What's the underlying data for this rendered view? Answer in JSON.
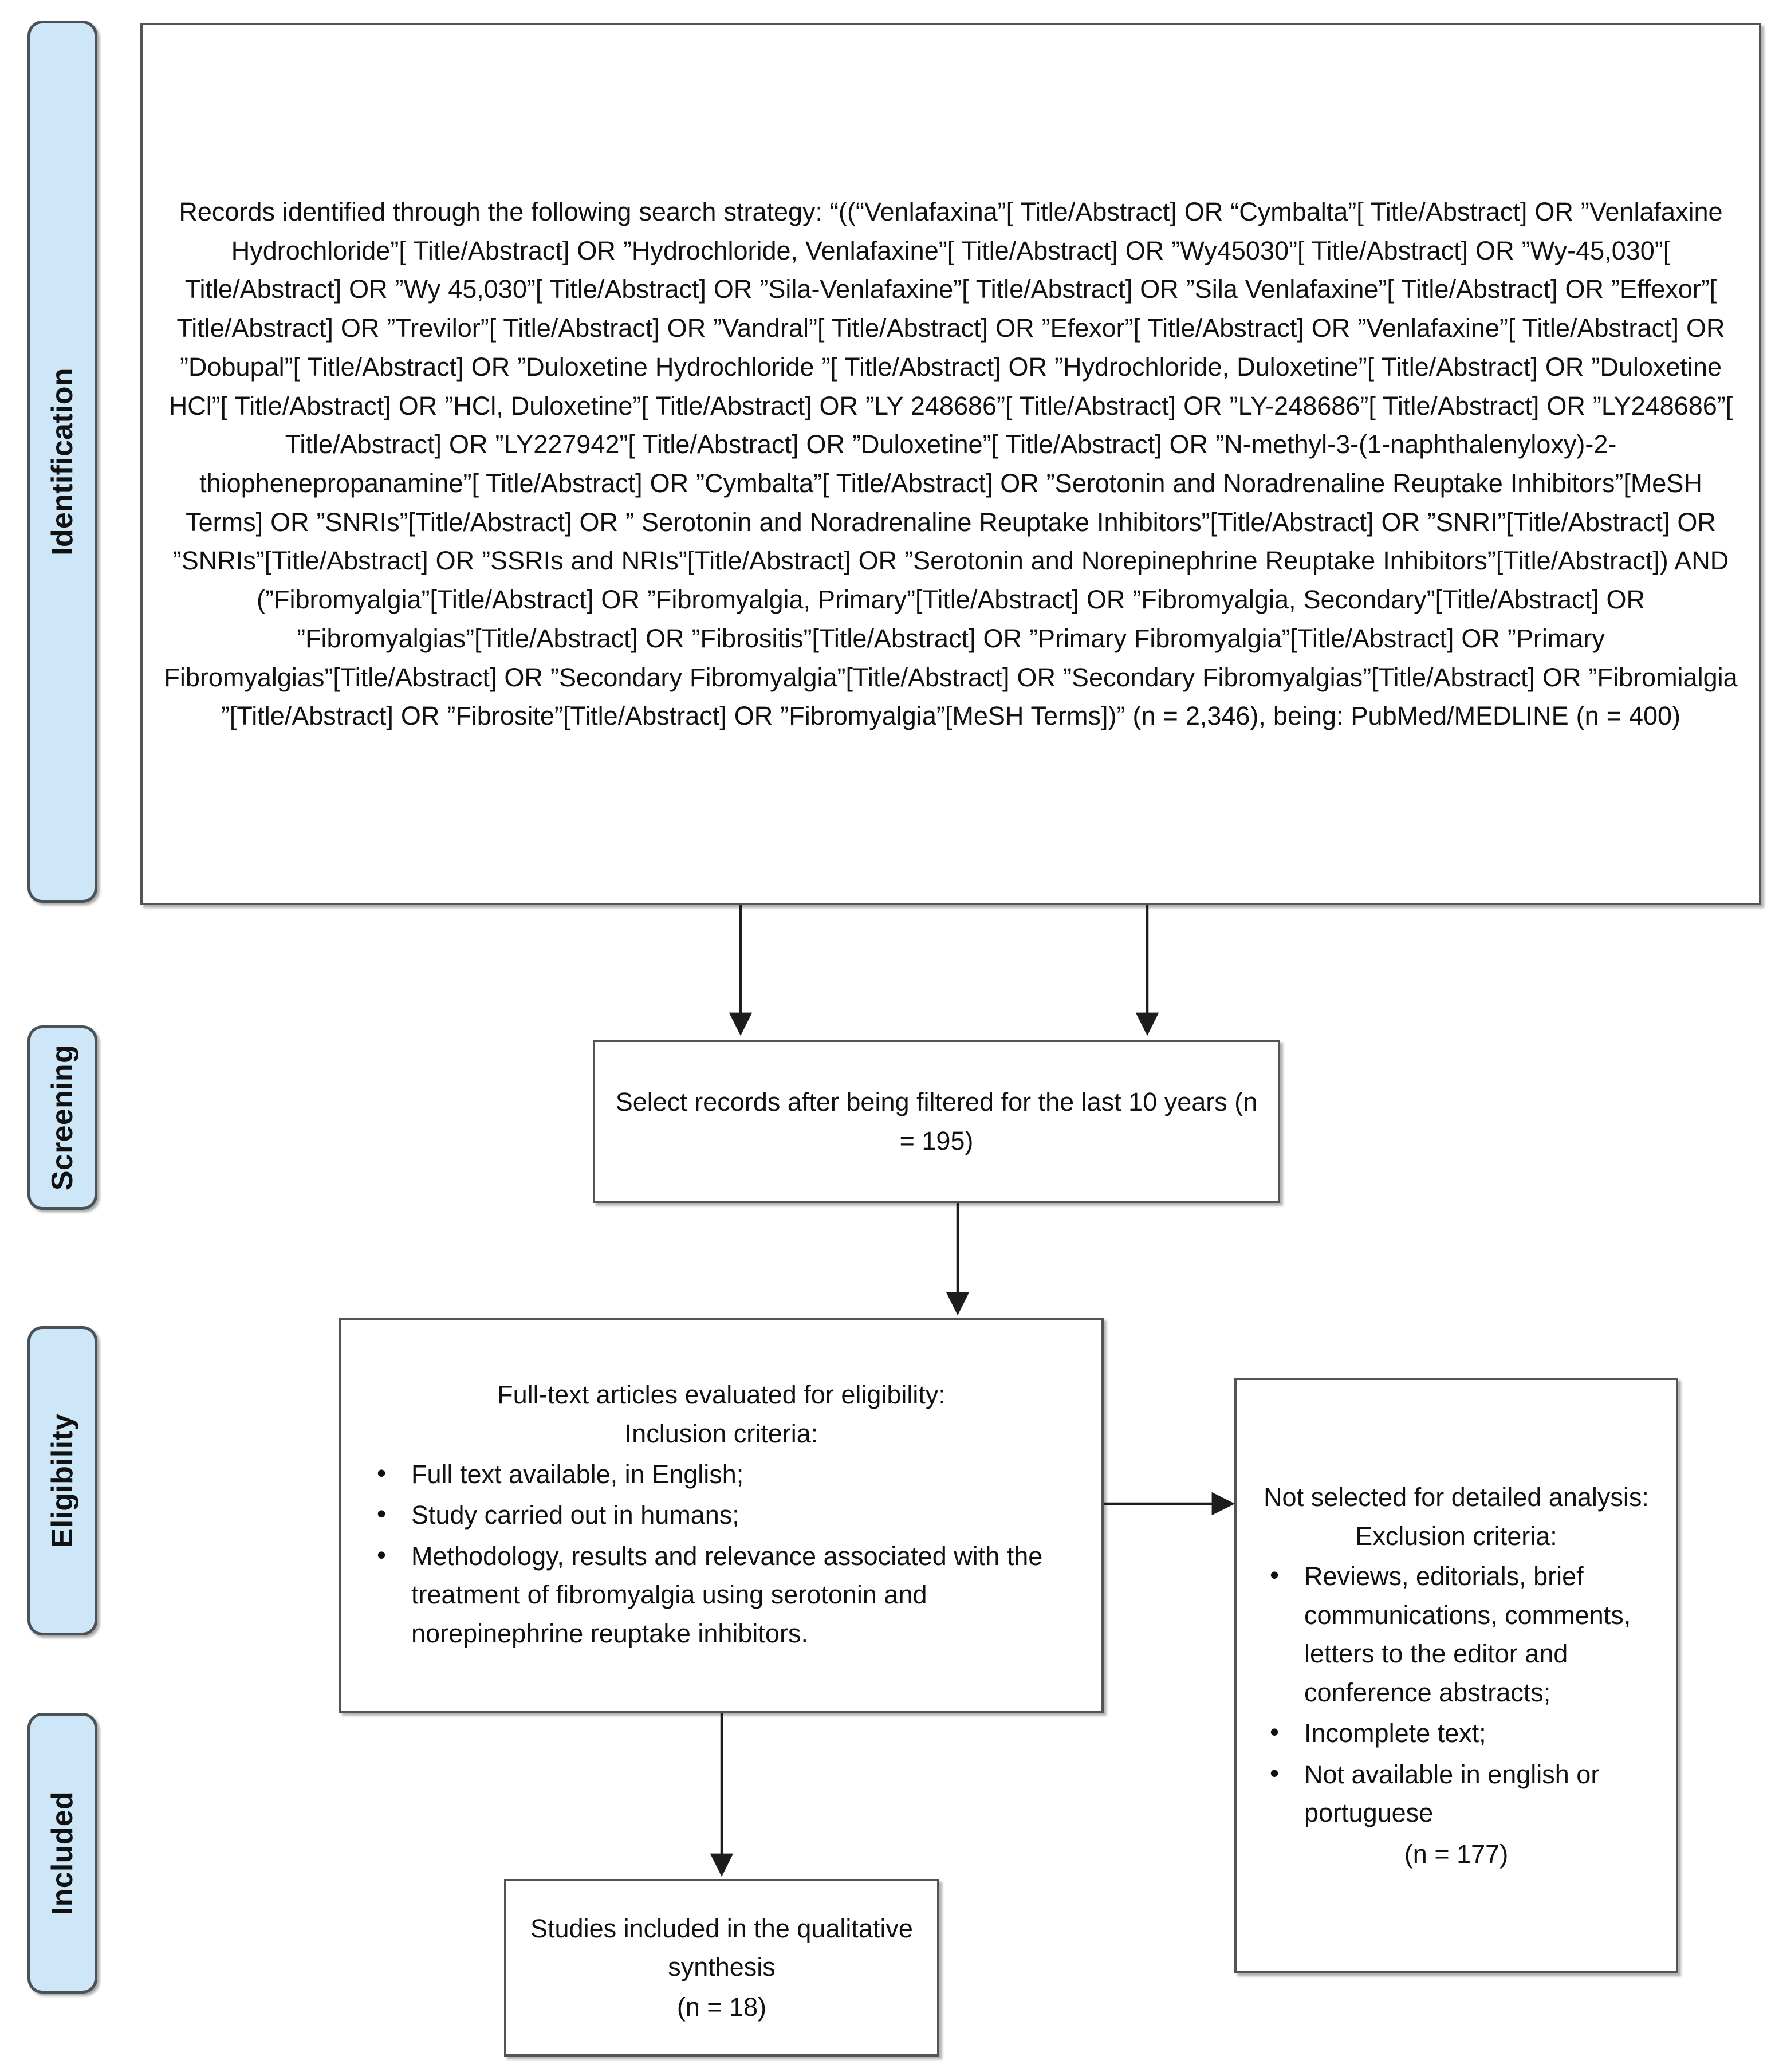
{
  "diagram": {
    "title": "PRISMA study selection flow diagram",
    "accent_color": "#cde7f8",
    "border_color": "#4f5458",
    "text_color": "#111111"
  },
  "stages": [
    {
      "id": "identification",
      "label": "Identification"
    },
    {
      "id": "screening",
      "label": "Screening"
    },
    {
      "id": "eligibility",
      "label": "Eligibility"
    },
    {
      "id": "included",
      "label": "Included"
    }
  ],
  "identification": {
    "search_strategy": "Records identified through the following search strategy: “((“Venlafaxina”[ Title/Abstract] OR “Cymbalta”[ Title/Abstract] OR ”Venlafaxine Hydrochloride”[ Title/Abstract] OR ”Hydrochloride, Venlafaxine”[ Title/Abstract] OR ”Wy45030”[ Title/Abstract] OR ”Wy-45,030”[ Title/Abstract] OR ”Wy 45,030”[ Title/Abstract] OR ”Sila-Venlafaxine”[ Title/Abstract] OR ”Sila Venlafaxine”[ Title/Abstract] OR ”Effexor”[ Title/Abstract] OR ”Trevilor”[ Title/Abstract] OR ”Vandral”[ Title/Abstract] OR ”Efexor”[ Title/Abstract] OR ”Venlafaxine”[ Title/Abstract] OR ”Dobupal”[ Title/Abstract] OR ”Duloxetine Hydrochloride ”[ Title/Abstract] OR ”Hydrochloride, Duloxetine”[ Title/Abstract] OR ”Duloxetine HCl”[ Title/Abstract] OR ”HCl, Duloxetine”[ Title/Abstract] OR ”LY 248686”[ Title/Abstract] OR ”LY-248686”[ Title/Abstract] OR ”LY248686”[ Title/Abstract] OR ”LY227942”[ Title/Abstract] OR ”Duloxetine”[ Title/Abstract] OR ”N-methyl-3-(1-naphthalenyloxy)-2-thiophenepropanamine”[ Title/Abstract] OR ”Cymbalta”[ Title/Abstract] OR ”Serotonin and Noradrenaline Reuptake Inhibitors”[MeSH Terms] OR ”SNRIs”[Title/Abstract] OR ” Serotonin and Noradrenaline Reuptake Inhibitors”[Title/Abstract] OR ”SNRI”[Title/Abstract] OR ”SNRIs”[Title/Abstract] OR ”SSRIs and NRIs”[Title/Abstract] OR ”Serotonin and Norepinephrine Reuptake Inhibitors”[Title/Abstract]) AND (”Fibromyalgia”[Title/Abstract] OR ”Fibromyalgia, Primary”[Title/Abstract] OR ”Fibromyalgia, Secondary”[Title/Abstract] OR ”Fibromyalgias”[Title/Abstract] OR ”Fibrositis”[Title/Abstract] OR ”Primary Fibromyalgia”[Title/Abstract] OR ”Primary Fibromyalgias”[Title/Abstract] OR ”Secondary Fibromyalgia”[Title/Abstract] OR ”Secondary Fibromyalgias”[Title/Abstract] OR ”Fibromialgia ”[Title/Abstract] OR ”Fibrosite”[Title/Abstract] OR ”Fibromyalgia”[MeSH Terms])” (n = 2,346), being: PubMed/MEDLINE (n = 400)"
  },
  "screening": {
    "text": "Select records after being filtered for the last 10 years (n = 195)",
    "count": 195
  },
  "eligibility": {
    "heading": "Full-text articles evaluated for eligibility:",
    "subheading": "Inclusion criteria:",
    "criteria": [
      "Full text available, in English;",
      "Study carried out in humans;",
      "Methodology, results and relevance associated with the treatment of fibromyalgia using serotonin and norepinephrine reuptake inhibitors."
    ]
  },
  "exclusion": {
    "heading": "Not selected for detailed analysis:",
    "subheading": "Exclusion criteria:",
    "criteria": [
      "Reviews, editorials, brief communications, comments, letters to the editor and conference abstracts;",
      "Incomplete text;",
      "Not available in english or portuguese"
    ],
    "count_label": "(n = 177)",
    "count": 177
  },
  "included": {
    "text": "Studies included in the qualitative synthesis",
    "count_label": "(n = 18)",
    "count": 18
  },
  "connectors": [
    {
      "id": "identification-to-screening-left",
      "type": "arrow-down"
    },
    {
      "id": "identification-to-screening-right",
      "type": "arrow-down"
    },
    {
      "id": "screening-to-eligibility",
      "type": "arrow-down"
    },
    {
      "id": "eligibility-to-exclusion",
      "type": "arrow-right"
    },
    {
      "id": "eligibility-to-included",
      "type": "arrow-down"
    }
  ]
}
